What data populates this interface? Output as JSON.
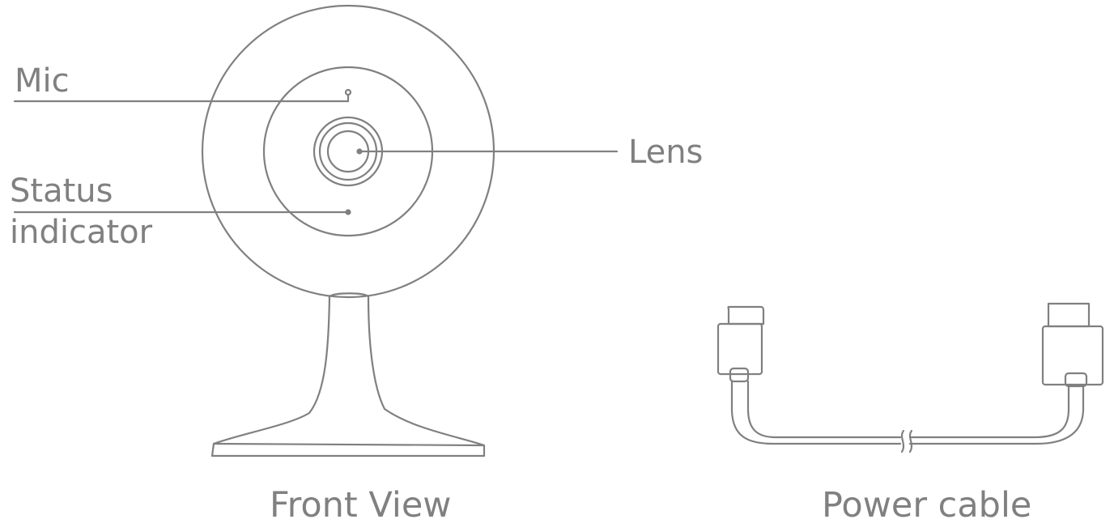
{
  "labels": {
    "mic": "Mic",
    "status_line1": "Status",
    "status_line2": "indicator",
    "lens": "Lens"
  },
  "captions": {
    "front_view": "Front View",
    "power_cable": "Power cable"
  },
  "colors": {
    "line": "#808080",
    "text": "#808080",
    "background": "#ffffff"
  }
}
